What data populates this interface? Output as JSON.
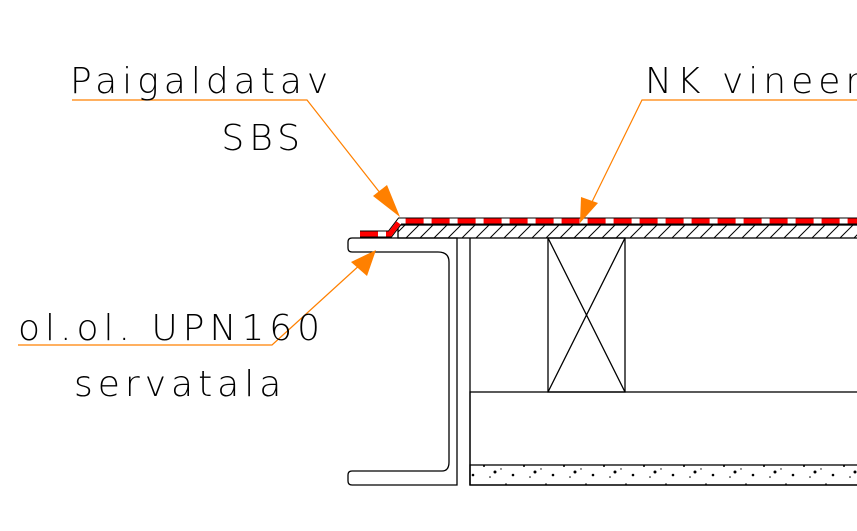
{
  "labels": {
    "sbs_line1": "Paigaldatav",
    "sbs_line2": "SBS",
    "plywood": "NK vineer",
    "channel_line1": "ol.ol. UPN160",
    "channel_line2": "servatala"
  },
  "colors": {
    "leader": "#FF8000",
    "membrane": "#FF0000",
    "lines": "#000000"
  }
}
